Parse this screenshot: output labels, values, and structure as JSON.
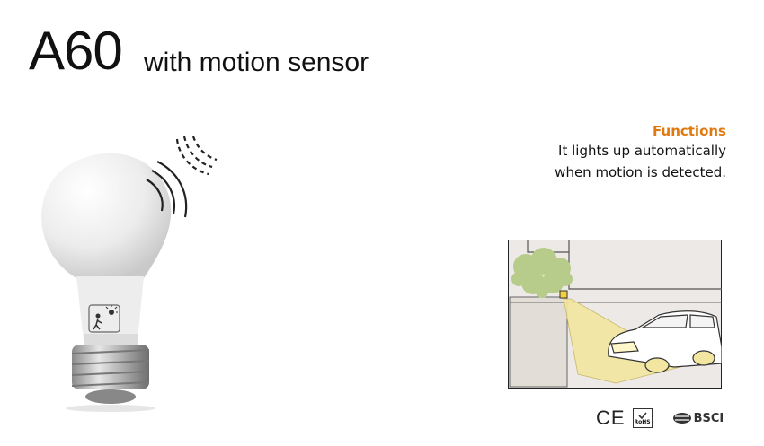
{
  "header": {
    "model": "A60",
    "subtitle": "with motion sensor"
  },
  "functions": {
    "heading": "Functions",
    "line1": "It lights up automatically",
    "line2": "when motion is detected."
  },
  "certifications": {
    "ce": "CE",
    "rohs": "RoHS",
    "bsci": "BSCI"
  },
  "colors": {
    "accent": "#e07a10",
    "light_cone": "#f3e6a0",
    "foliage": "#b7cc8a"
  },
  "icons": [
    "motion-waves-icon",
    "motion-sensor-icon",
    "ce-mark-icon",
    "rohs-mark-icon",
    "bsci-logo-icon"
  ]
}
